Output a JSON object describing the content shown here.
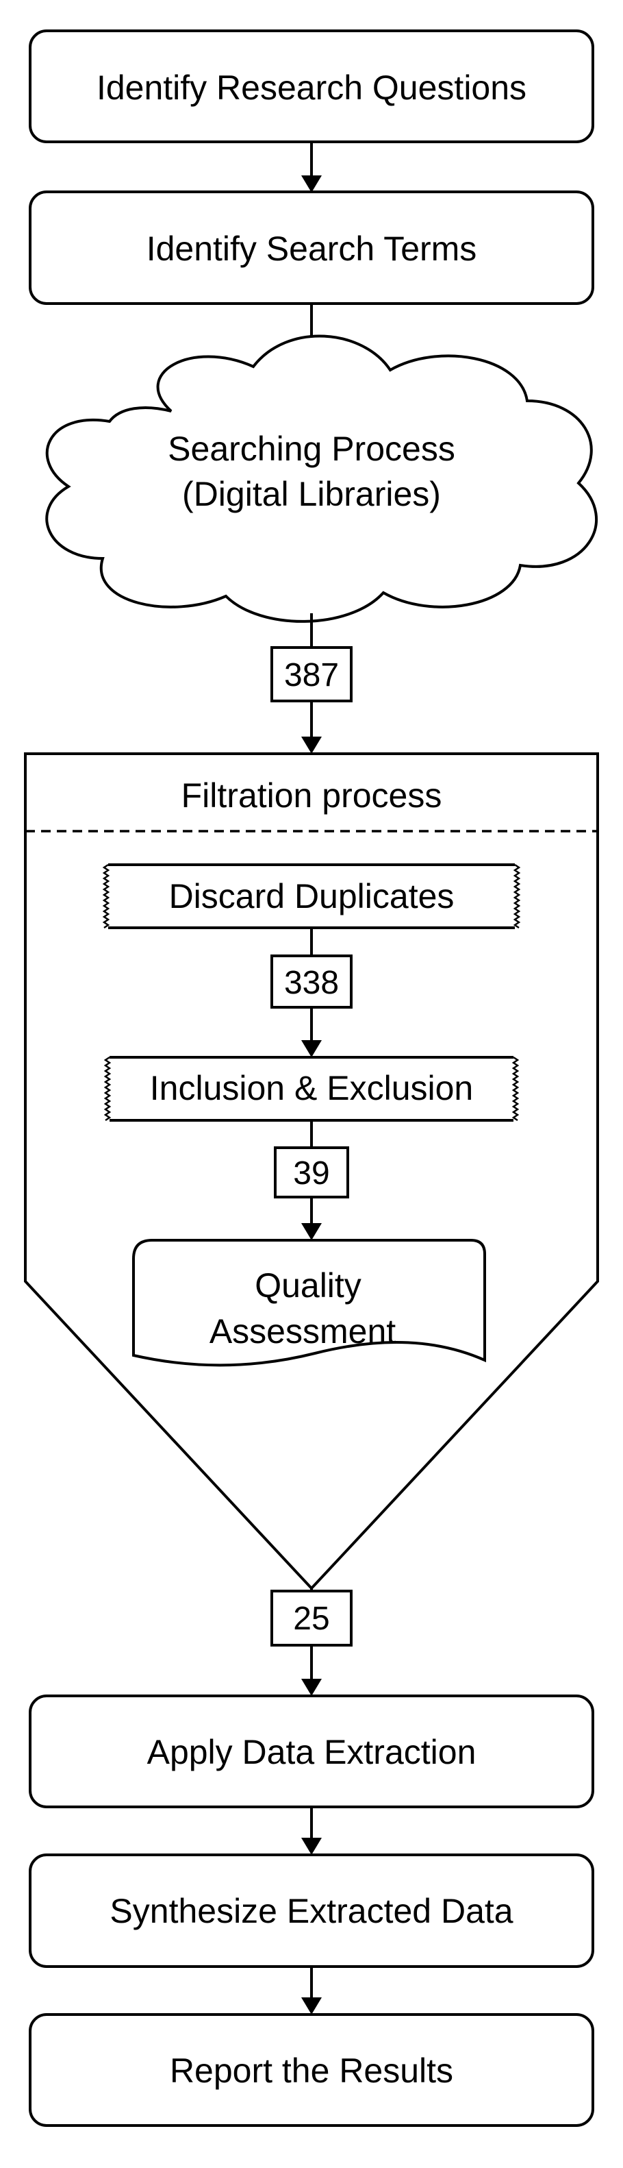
{
  "steps": {
    "research_questions": "Identify Research Questions",
    "search_terms": "Identify Search Terms",
    "searching_line1": "Searching Process",
    "searching_line2": "(Digital Libraries)",
    "filtration_title": "Filtration process",
    "discard_duplicates": "Discard Duplicates",
    "inclusion_exclusion": "Inclusion & Exclusion",
    "quality_line1": "Quality",
    "quality_line2": "Assessment",
    "data_extraction": "Apply Data Extraction",
    "synthesize": "Synthesize Extracted Data",
    "report": "Report the Results"
  },
  "counts": {
    "after_search": "387",
    "after_duplicates": "338",
    "after_inclusion": "39",
    "after_quality": "25"
  },
  "colors": {
    "stroke": "#000000",
    "fill": "#ffffff"
  }
}
